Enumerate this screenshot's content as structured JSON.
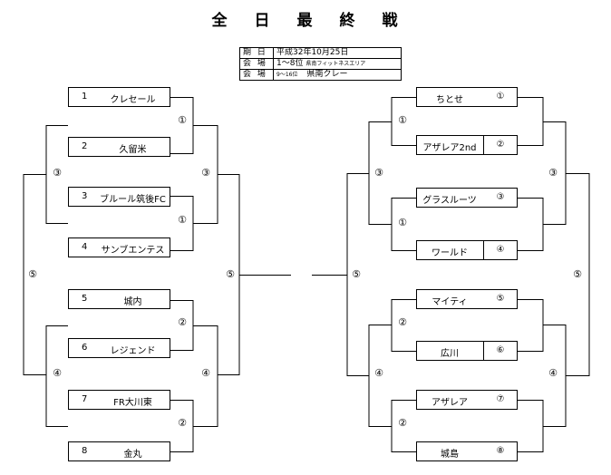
{
  "title": [
    "全",
    "日",
    "最",
    "終",
    "戦"
  ],
  "info": {
    "rows": [
      {
        "key": "期 日",
        "value": "平成32年10月25日"
      },
      {
        "key": "会 場",
        "prefix": "1～8位",
        "value": "県南フィットネスエリア"
      },
      {
        "key": "会 場",
        "prefix": "9～16位",
        "value": "県南クレー"
      }
    ]
  },
  "left_teams": [
    {
      "seed": "1",
      "name": "クレセール"
    },
    {
      "seed": "2",
      "name": "久留米"
    },
    {
      "seed": "3",
      "name": "ブルール筑後FC"
    },
    {
      "seed": "4",
      "name": "サンブエンテス"
    },
    {
      "seed": "5",
      "name": "城内"
    },
    {
      "seed": "6",
      "name": "レジェンド"
    },
    {
      "seed": "7",
      "name": "FR大川東"
    },
    {
      "seed": "8",
      "name": "金丸"
    }
  ],
  "right_teams": [
    {
      "name": "ちとせ",
      "mark": "①"
    },
    {
      "name": "アザレア2nd",
      "mark": "②"
    },
    {
      "name": "グラスルーツ",
      "mark": "③"
    },
    {
      "name": "ワールド",
      "mark": "④"
    },
    {
      "name": "マイティ",
      "mark": "⑤"
    },
    {
      "name": "広川",
      "mark": "⑥"
    },
    {
      "name": "アザレア",
      "mark": "⑦"
    },
    {
      "name": "城島",
      "mark": "⑧"
    }
  ],
  "court_marks": {
    "c1": "①",
    "c2": "②",
    "c3": "③",
    "c4": "④",
    "c5": "⑤"
  }
}
